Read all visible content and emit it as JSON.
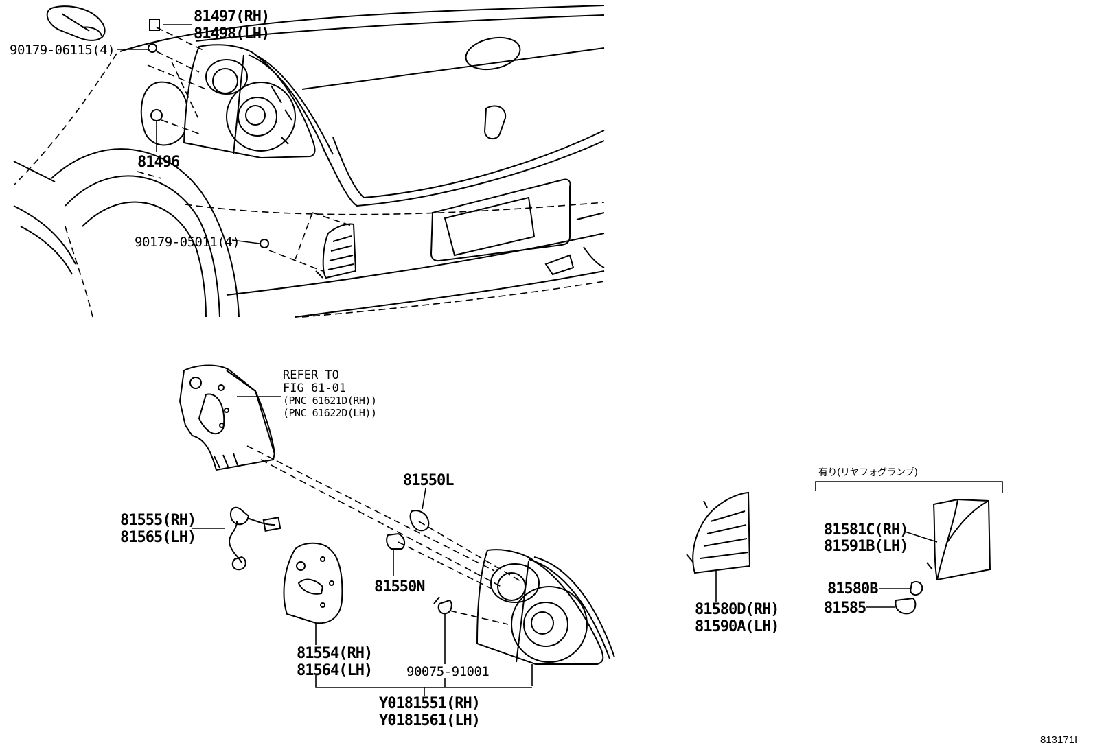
{
  "labels": {
    "p81497": "81497(RH)",
    "p81498": "81498(LH)",
    "p90179_06115": "90179-06115(4)",
    "p81496": "81496",
    "p90179_05011": "90179-05011(4)",
    "refer_line1": "REFER TO",
    "refer_line2": "FIG 61-01",
    "refer_line3": "(PNC 61621D(RH))",
    "refer_line4": "(PNC 61622D(LH))",
    "p81550L": "81550L",
    "p81555": "81555(RH)",
    "p81565": "81565(LH)",
    "p81550N": "81550N",
    "p81554": "81554(RH)",
    "p81564": "81564(LH)",
    "p90075_91001": "90075-91001",
    "y0181551": "Y0181551(RH)",
    "y0181561": "Y0181561(LH)",
    "p81580D": "81580D(RH)",
    "p81590A": "81590A(LH)",
    "fog_note": "有り(リヤフォグランプ)",
    "p81581C": "81581C(RH)",
    "p81591B": "81591B(LH)",
    "p81580B": "81580B",
    "p81585": "81585",
    "figure_code": "813171I"
  }
}
